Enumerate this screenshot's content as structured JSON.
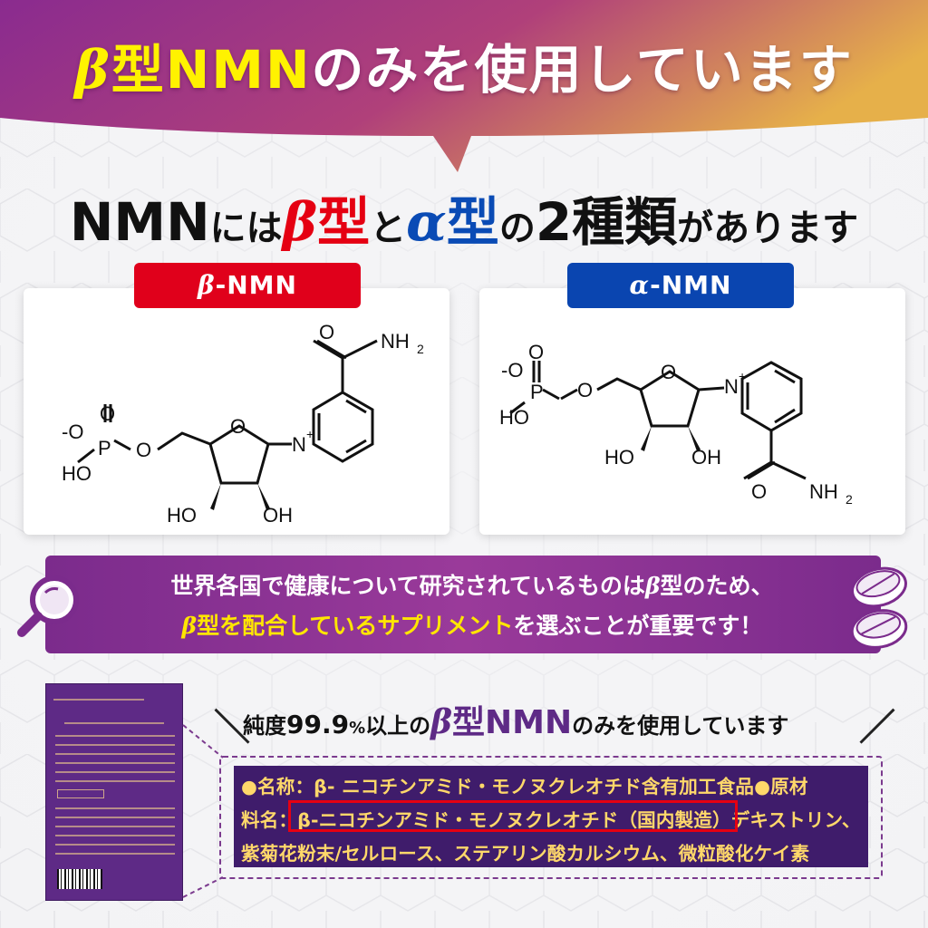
{
  "header": {
    "title_prefix_greek": "β",
    "title_prefix": "型NMN",
    "title_rest": "のみを使用しています",
    "accent_yellow": "#fff200",
    "gradient_start": "#8a2b8f",
    "gradient_end": "#e6b04a"
  },
  "subtitle": {
    "part1": "NMN",
    "part2": "には",
    "beta_greek": "β",
    "beta_kanji": "型",
    "part3": "と",
    "alpha_greek": "α",
    "alpha_kanji": "型",
    "part4": "の",
    "part5": "2種類",
    "part6": "があります",
    "red": "#e50012",
    "blue": "#0a4bb5"
  },
  "cards": {
    "beta": {
      "label_greek": "β",
      "label_rest": "-NMN",
      "color": "#e0001b",
      "atoms": {
        "O_top": "O",
        "NH": "NH",
        "NH_sub": "2",
        "N_plus": "N",
        "plus": "+",
        "ring_O": "O",
        "P": "P",
        "O_phos": "O",
        "minus_O": "-O",
        "HO_phos": "HO",
        "O_link": "O",
        "HO": "HO",
        "OH": "OH"
      }
    },
    "alpha": {
      "label_greek": "α",
      "label_rest": "-NMN",
      "color": "#0a45b0",
      "atoms": {
        "minus_O": "-O",
        "O_phos": "O",
        "P": "P",
        "HO_phos": "HO",
        "O_link": "O",
        "ring_O": "O",
        "N_plus": "N",
        "plus": "+",
        "HO": "HO",
        "OH": "OH",
        "O_amide": "O",
        "NH": "NH",
        "NH_sub": "2"
      }
    }
  },
  "callout": {
    "line1_a": "世界各国で健康について研究されているものは",
    "line1_greek": "β",
    "line1_b": "型のため、",
    "line2_greek": "β",
    "line2_a": "型を配合しているサプリメント",
    "line2_b": "を選ぶことが重要です！",
    "icons": [
      "magnifier-icon",
      "pill-icon"
    ]
  },
  "purity": {
    "a": "純度",
    "num": "99.9",
    "pct": "%",
    "b": "以上の",
    "greek": "β",
    "c": "型NMN",
    "d": "のみを使用しています"
  },
  "ingredients": {
    "line1": "●名称：β- ニコチンアミド・モノヌクレオチド含有加工食品●原材",
    "line2_a": "料名：",
    "line2_highlight": "β-ニコチンアミド・モノヌクレオチド（国内製造）",
    "line2_b": "デキストリン、",
    "line3": "紫菊花粉末/セルロース、ステアリン酸カルシウム、微粒酸化ケイ素"
  }
}
